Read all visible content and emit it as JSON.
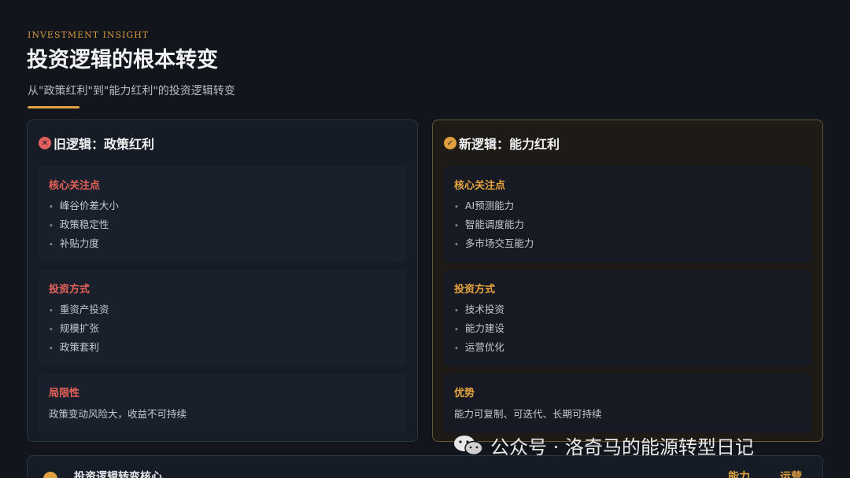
{
  "header": {
    "kicker": "INVESTMENT INSIGHT",
    "title": "投资逻辑的根本转变",
    "subtitle": "从\"政策红利\"到\"能力红利\"的投资逻辑转变"
  },
  "old_panel": {
    "badge": "✕",
    "title": "旧逻辑：政策红利",
    "focus": {
      "title": "核心关注点",
      "items": [
        "峰谷价差大小",
        "政策稳定性",
        "补贴力度"
      ]
    },
    "method": {
      "title": "投资方式",
      "items": [
        "重资产投资",
        "规模扩张",
        "政策套利"
      ]
    },
    "limit": {
      "title": "局限性",
      "text": "政策变动风险大，收益不可持续"
    }
  },
  "new_panel": {
    "badge": "✓",
    "title": "新逻辑：能力红利",
    "focus": {
      "title": "核心关注点",
      "items": [
        "AI预测能力",
        "智能调度能力",
        "多市场交互能力"
      ]
    },
    "method": {
      "title": "投资方式",
      "items": [
        "技术投资",
        "能力建设",
        "运营优化"
      ]
    },
    "advantage": {
      "title": "优势",
      "text": "能力可复制、可迭代、长期可持续"
    }
  },
  "bottom": {
    "title": "投资逻辑转变核心",
    "tags": [
      "能力",
      "运营"
    ]
  },
  "watermark": {
    "text": "公众号 · 洛奇马的能源转型日记"
  },
  "colors": {
    "background": "#12151c",
    "accent_gold": "#e0a040",
    "accent_red": "#e8625a"
  }
}
